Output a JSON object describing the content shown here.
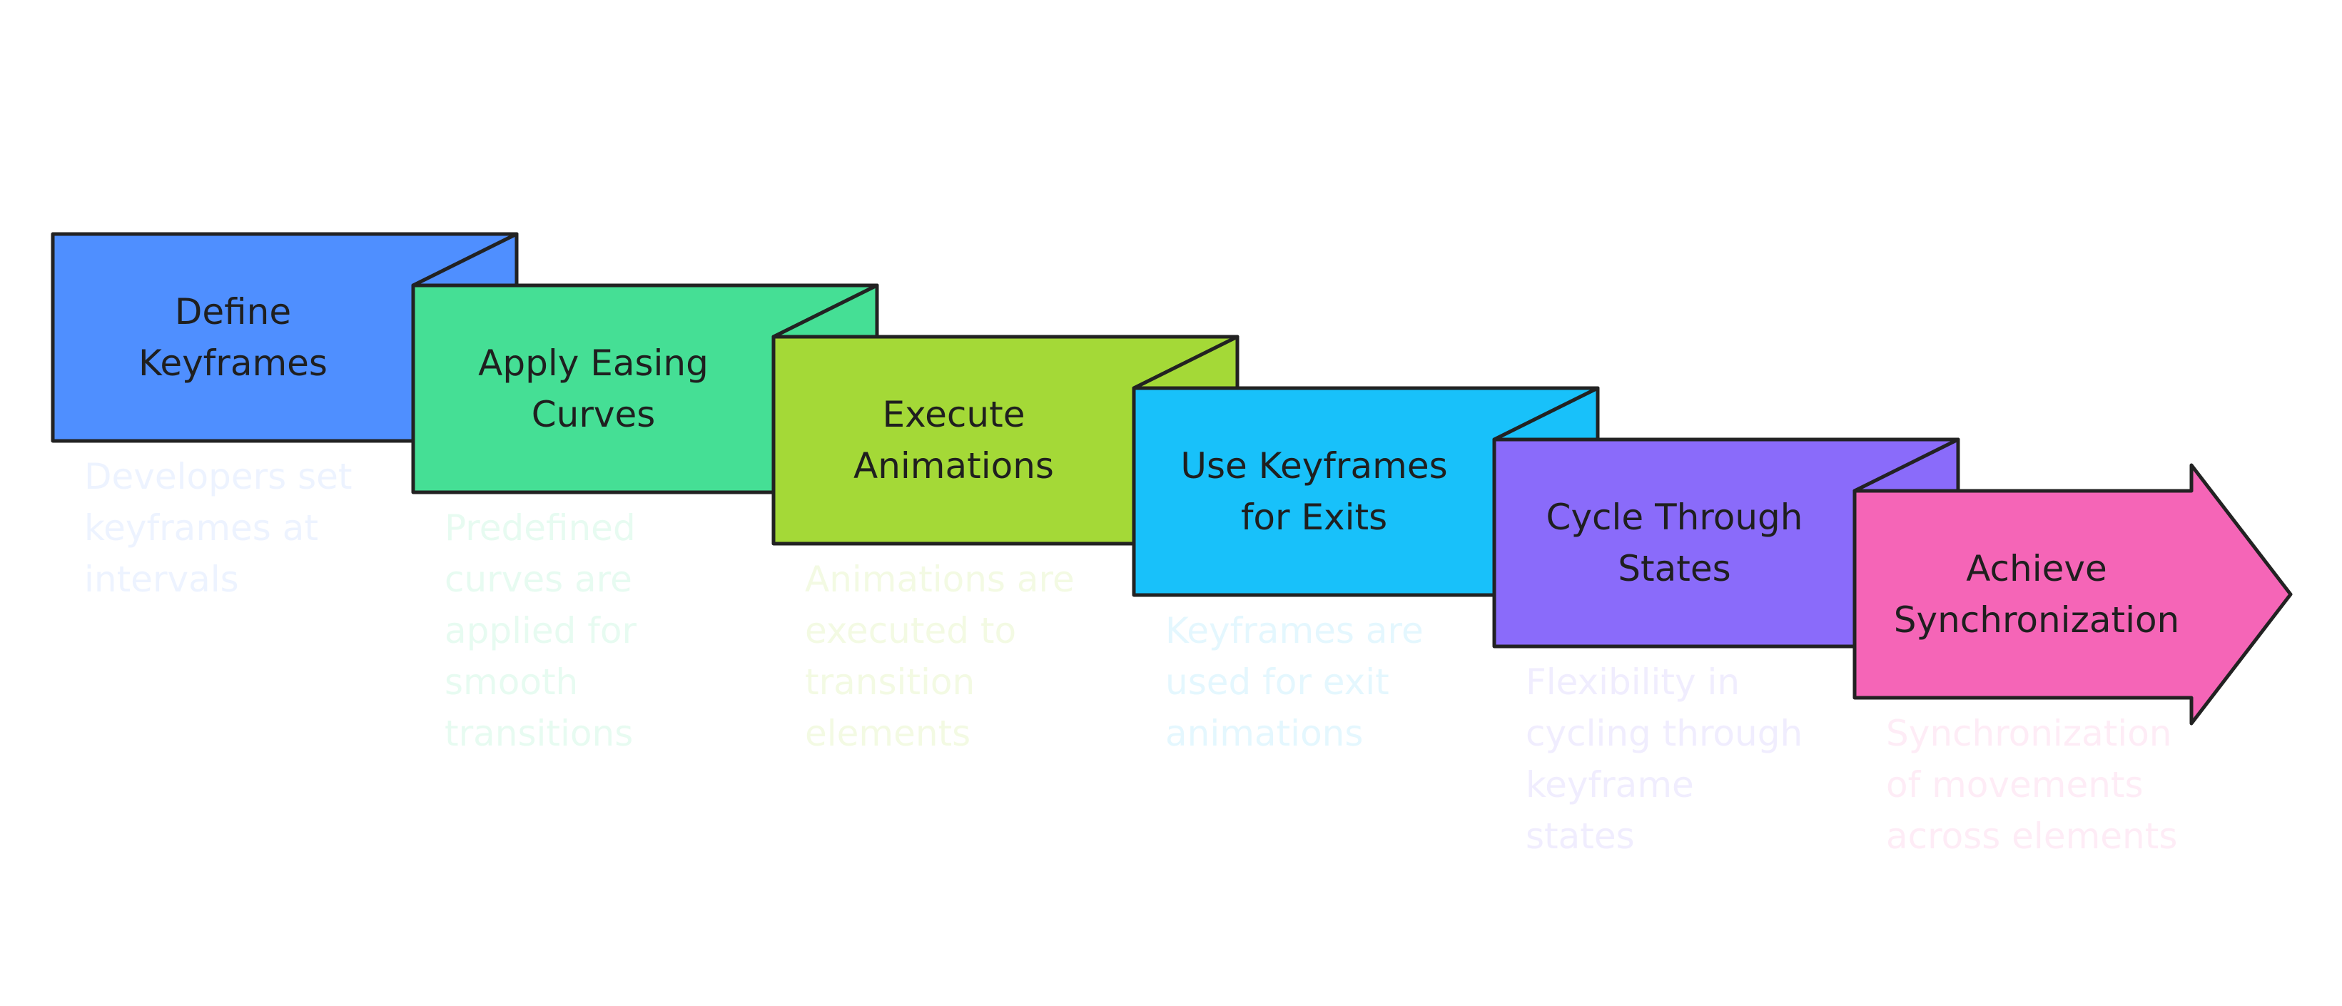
{
  "steps": [
    {
      "title": [
        "Define",
        "Keyframes"
      ],
      "description": [
        "Developers set",
        "keyframes at",
        "intervals"
      ],
      "fill": "#4F8FFF",
      "description_color": "#EDF3FF"
    },
    {
      "title": [
        "Apply Easing",
        "Curves"
      ],
      "description": [
        "Predefined",
        "curves are",
        "applied for",
        "smooth",
        "transitions"
      ],
      "fill": "#45DF95",
      "description_color": "#E7FBF1"
    },
    {
      "title": [
        "Execute",
        "Animations"
      ],
      "description": [
        "Animations are",
        "executed to",
        "transition",
        "elements"
      ],
      "fill": "#A4D937",
      "description_color": "#F3FAE3"
    },
    {
      "title": [
        "Use Keyframes",
        "for Exits"
      ],
      "description": [
        "Keyframes are",
        "used for exit",
        "animations"
      ],
      "fill": "#18C1FA",
      "description_color": "#E4F7FE"
    },
    {
      "title": [
        "Cycle Through",
        "States"
      ],
      "description": [
        "Flexibility in",
        "cycling through",
        "keyframe",
        "states"
      ],
      "fill": "#8A6BFA",
      "description_color": "#F0EDFE"
    },
    {
      "title": [
        "Achieve",
        "Synchronization"
      ],
      "description": [
        "Synchronization",
        "of movements",
        "across elements"
      ],
      "fill": "#F565B7",
      "description_color": "#FEECF6"
    }
  ],
  "stroke_color": "#222222"
}
